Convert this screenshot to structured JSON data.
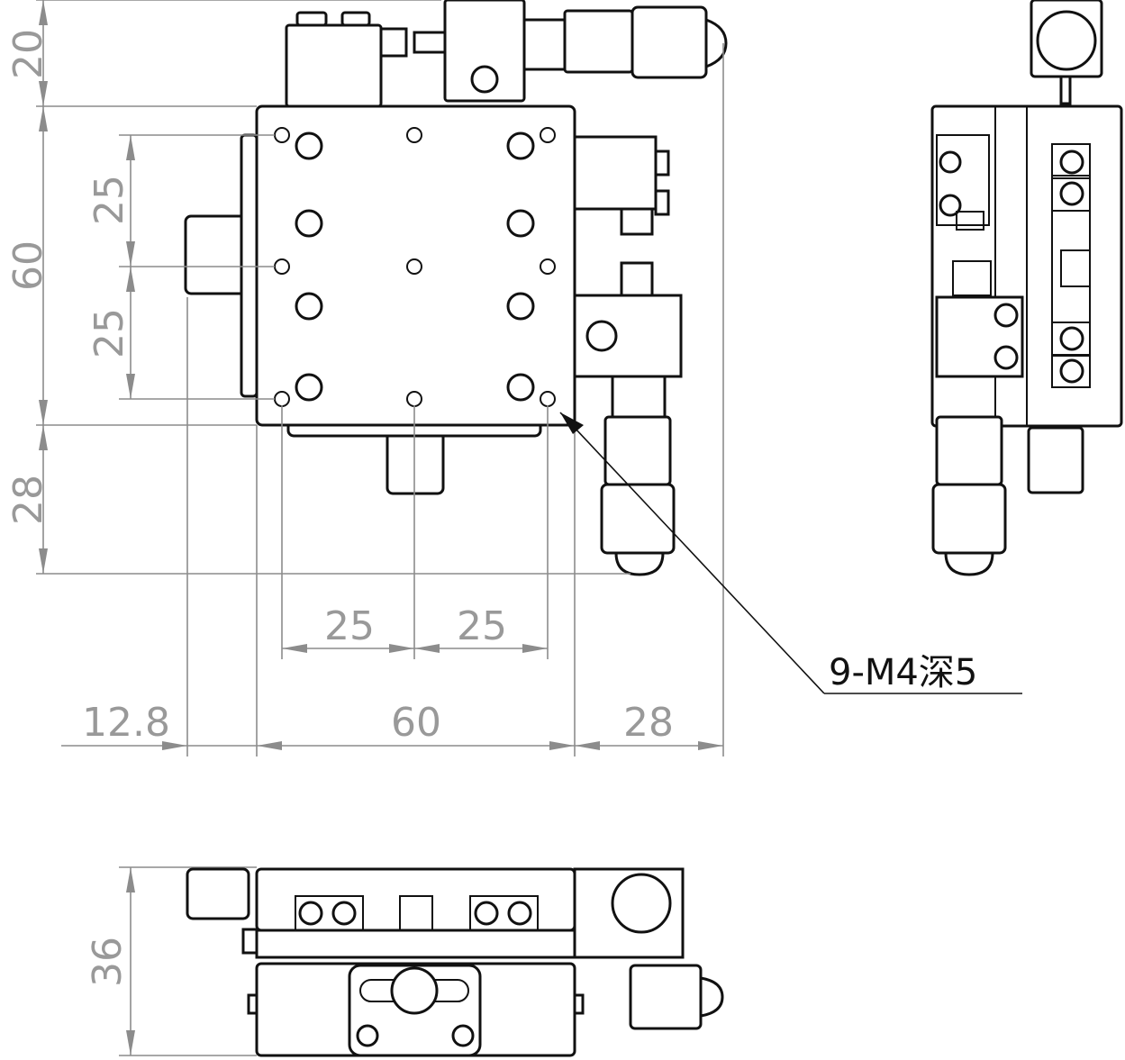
{
  "dimensions": {
    "left_vertical": [
      "20",
      "60",
      "28"
    ],
    "inner_vertical": [
      "25",
      "25"
    ],
    "hole_horizontal": [
      "25",
      "25"
    ],
    "bottom_horizontal": [
      "12.8",
      "60",
      "28"
    ],
    "front_view_height": "36"
  },
  "callout": {
    "label": "9-M4深5"
  }
}
